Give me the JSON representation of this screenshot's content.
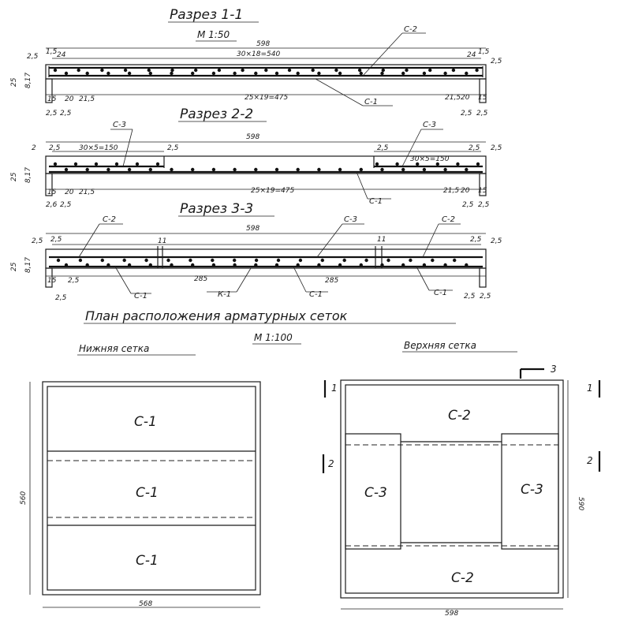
{
  "section11": {
    "title": "Разрез 1-1",
    "scale": "М 1:50",
    "total": "598",
    "top_spacing": "30×18=540",
    "bottom_spacing": "25×19=475",
    "left_dims": [
      "2,5",
      "1,5",
      "24"
    ],
    "right_dims": [
      "24",
      "1,5",
      "2,5"
    ],
    "height": "25",
    "cover": "8,17",
    "bottom_left_dims": [
      "15",
      "20",
      "21,5"
    ],
    "bottom_right_dims": [
      "21,5",
      "20",
      "15"
    ],
    "under_left": [
      "2,5",
      "2,5"
    ],
    "under_right": [
      "2,5",
      "2,5"
    ],
    "labels": [
      "С-2",
      "С-1"
    ]
  },
  "section22": {
    "title": "Разрез 2-2",
    "total": "598",
    "left_dims": [
      "2",
      "2,5"
    ],
    "left_spacing": "30×5=150",
    "left_end": "2,5",
    "right_start": "2,5",
    "right_spacing": "30×5=150",
    "right_end": "2,5",
    "right_outer": "2,5",
    "bottom_spacing": "25×19=475",
    "height": "25",
    "cover": "8,17",
    "bottom_left_dims": [
      "15",
      "20",
      "21,5"
    ],
    "bottom_right_dims": [
      "21,5",
      "20",
      "15"
    ],
    "under_left": [
      "2,6",
      "2,5"
    ],
    "under_right": [
      "2,5",
      "2,5"
    ],
    "labels": [
      "С-3",
      "С-3",
      "С-1"
    ]
  },
  "section33": {
    "title": "Разрез 3-3",
    "total": "598",
    "left_dims": [
      "2,5",
      "2,5"
    ],
    "right_dims": [
      "2,5",
      "2,5"
    ],
    "small_height": "11",
    "gap": "285",
    "height": "25",
    "cover": "8,17",
    "bottom_left_dims": [
      "15",
      "2,5"
    ],
    "bottom_right_dims": [
      "2,5",
      "2,5"
    ],
    "under_left": "2,5",
    "labels": [
      "С-2",
      "С-3",
      "С-2",
      "С-1",
      "К-1",
      "С-1",
      "С-1"
    ]
  },
  "plan": {
    "title": "План расположения арматурных сеток",
    "scale": "М 1:100",
    "lower_title": "Нижняя сетка",
    "upper_title": "Верхняя сетка",
    "lower_width": "568",
    "lower_height": "560",
    "lower_meshes": [
      "С-1",
      "С-1",
      "С-1"
    ],
    "upper_width": "598",
    "upper_height": "590",
    "upper_meshes": [
      "С-2",
      "С-3",
      "С-3",
      "С-2"
    ],
    "cut_marks": [
      "1",
      "1",
      "2",
      "2",
      "3"
    ]
  }
}
